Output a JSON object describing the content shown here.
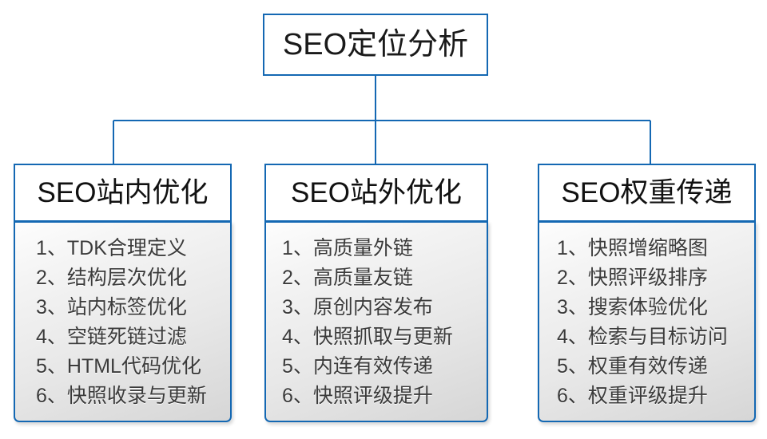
{
  "diagram": {
    "type": "organizational-tree",
    "accent_color": "#1468b3",
    "root": {
      "label": "SEO定位分析"
    },
    "branches": [
      {
        "header": "SEO站内优化",
        "items": [
          "1、TDK合理定义",
          "2、结构层次优化",
          "3、站内标签优化",
          "4、空链死链过滤",
          "5、HTML代码优化",
          "6、快照收录与更新"
        ]
      },
      {
        "header": "SEO站外优化",
        "items": [
          "1、高质量外链",
          "2、高质量友链",
          "3、原创内容发布",
          "4、快照抓取与更新",
          "5、内连有效传递",
          "6、快照评级提升"
        ]
      },
      {
        "header": "SEO权重传递",
        "items": [
          "1、快照增缩略图",
          "2、快照评级排序",
          "3、搜索体验优化",
          "4、检索与目标访问",
          "5、权重有效传递",
          "6、权重评级提升"
        ]
      }
    ]
  }
}
